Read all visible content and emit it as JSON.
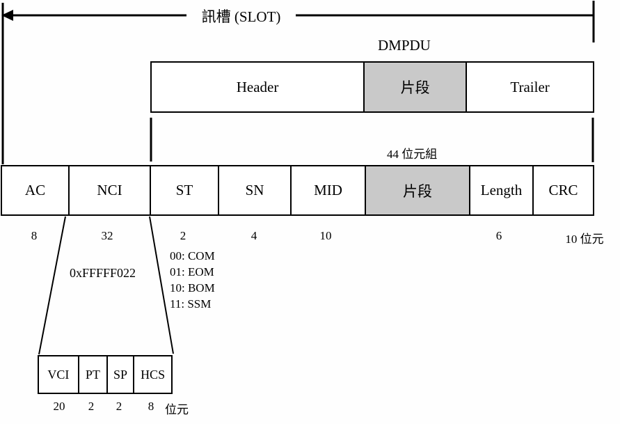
{
  "diagram": {
    "slot_label": "訊槽 (SLOT)",
    "dmpdu_label": "DMPDU",
    "segment_size_label": "44 位元組",
    "top_row": {
      "cells": [
        {
          "label": "Header",
          "shaded": false
        },
        {
          "label": "片段",
          "shaded": true
        },
        {
          "label": "Trailer",
          "shaded": false
        }
      ]
    },
    "main_row": {
      "cells": [
        {
          "label": "AC",
          "bits": "8"
        },
        {
          "label": "NCI",
          "bits": "32"
        },
        {
          "label": "ST",
          "bits": "2"
        },
        {
          "label": "SN",
          "bits": "4"
        },
        {
          "label": "MID",
          "bits": "10"
        },
        {
          "label": "片段",
          "bits": ""
        },
        {
          "label": "Length",
          "bits": "6"
        },
        {
          "label": "CRC",
          "bits": "10 位元"
        }
      ]
    },
    "nci_value": "0xFFFFF022",
    "st_codes": [
      "00: COM",
      "01: EOM",
      "10: BOM",
      "11: SSM"
    ],
    "sub_row": {
      "cells": [
        {
          "label": "VCI",
          "bits": "20"
        },
        {
          "label": "PT",
          "bits": "2"
        },
        {
          "label": "SP",
          "bits": "2"
        },
        {
          "label": "HCS",
          "bits": "8"
        }
      ],
      "bits_unit": "位元"
    },
    "colors": {
      "shaded_fill": "#c9c9c9",
      "line": "#000000",
      "background": "#ffffff"
    }
  }
}
